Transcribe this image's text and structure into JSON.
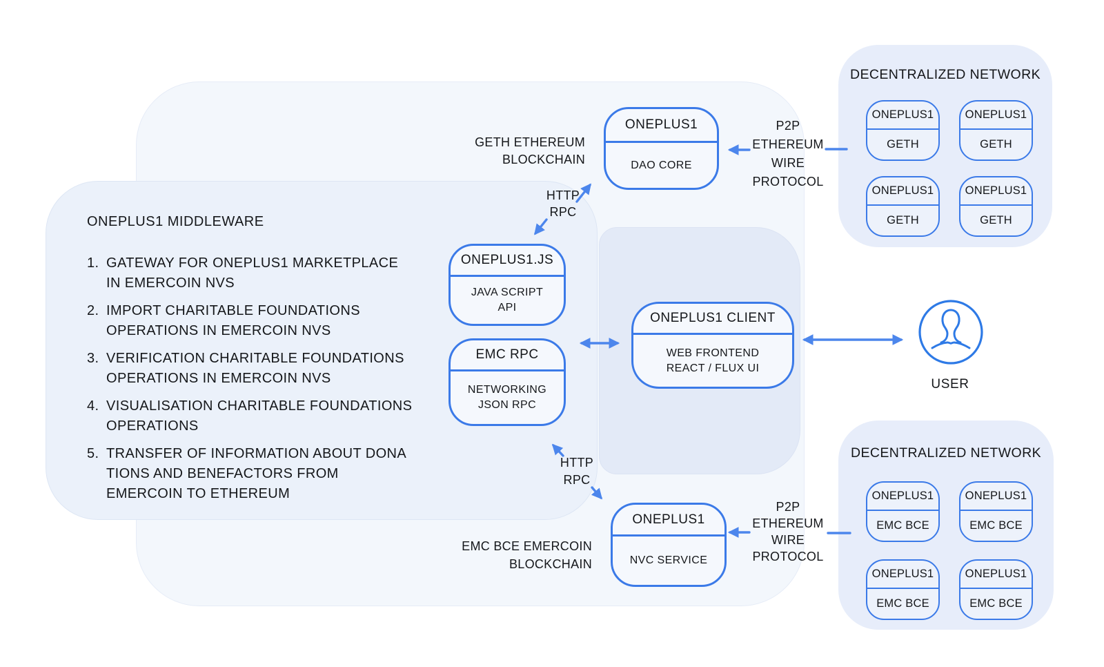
{
  "colors": {
    "node_border": "#3b7ae8",
    "arrow": "#4c86ec",
    "text": "#15171a",
    "outer_bg": "#f3f7fc",
    "middleware_bg": "#ebf1fa",
    "panel_bg": "#e3eaf7",
    "network_bg": "#e7edfa",
    "node_bg": "#f5f8fd",
    "small_node_bg": "#edf2fb"
  },
  "middleware": {
    "title": "ONEPLUS1 MIDDLEWARE",
    "items": [
      {
        "num": "1.",
        "lines": [
          "GATEWAY FOR ONEPLUS1 MARKETPLACE",
          "IN EMERCOIN NVS"
        ]
      },
      {
        "num": "2.",
        "lines": [
          "IMPORT CHARITABLE FOUNDATIONS",
          "OPERATIONS IN EMERCOIN NVS"
        ]
      },
      {
        "num": "3.",
        "lines": [
          "VERIFICATION CHARITABLE FOUNDATIONS",
          "OPERATIONS IN EMERCOIN NVS"
        ]
      },
      {
        "num": "4.",
        "lines": [
          "VISUALISATION CHARITABLE FOUNDATIONS",
          "OPERATIONS"
        ]
      },
      {
        "num": "5.",
        "lines": [
          "TRANSFER OF INFORMATION ABOUT DONA",
          "TIONS AND BENEFACTORS FROM",
          "EMERCOIN TO ETHEREUM"
        ]
      }
    ]
  },
  "nodes": {
    "dao": {
      "title": "ONEPLUS1",
      "body_lines": [
        "DAO CORE"
      ]
    },
    "js": {
      "title": "ONEPLUS1.JS",
      "body_lines": [
        "JAVA SCRIPT",
        "API"
      ]
    },
    "emc_rpc": {
      "title": "EMC RPC",
      "body_lines": [
        "NETWORKING",
        "JSON RPC"
      ]
    },
    "client": {
      "title": "ONEPLUS1 CLIENT",
      "body_lines": [
        "WEB FRONTEND",
        "REACT / FLUX UI"
      ]
    },
    "nvc": {
      "title": "ONEPLUS1",
      "body_lines": [
        "NVC SERVICE"
      ]
    }
  },
  "labels": {
    "geth_chain": [
      "GETH ETHEREUM",
      "BLOCKCHAIN"
    ],
    "emc_chain": [
      "EMC BCE EMERCOIN",
      "BLOCKCHAIN"
    ],
    "http_rpc_top": [
      "HTTP",
      "RPC"
    ],
    "http_rpc_bottom": [
      "HTTP",
      "RPC"
    ],
    "p2p_top": [
      "P2P",
      "ETHEREUM",
      "WIRE",
      "PROTOCOL"
    ],
    "p2p_bottom": [
      "P2P",
      "ETHEREUM",
      "WIRE",
      "PROTOCOL"
    ]
  },
  "user": {
    "label": "USER"
  },
  "networks": {
    "top": {
      "title": "DECENTRALIZED NETWORK",
      "nodes": [
        {
          "title": "ONEPLUS1",
          "subtitle": "GETH"
        },
        {
          "title": "ONEPLUS1",
          "subtitle": "GETH"
        },
        {
          "title": "ONEPLUS1",
          "subtitle": "GETH"
        },
        {
          "title": "ONEPLUS1",
          "subtitle": "GETH"
        }
      ]
    },
    "bottom": {
      "title": "DECENTRALIZED NETWORK",
      "nodes": [
        {
          "title": "ONEPLUS1",
          "subtitle": "EMC BCE"
        },
        {
          "title": "ONEPLUS1",
          "subtitle": "EMC BCE"
        },
        {
          "title": "ONEPLUS1",
          "subtitle": "EMC BCE"
        },
        {
          "title": "ONEPLUS1",
          "subtitle": "EMC BCE"
        }
      ]
    }
  }
}
